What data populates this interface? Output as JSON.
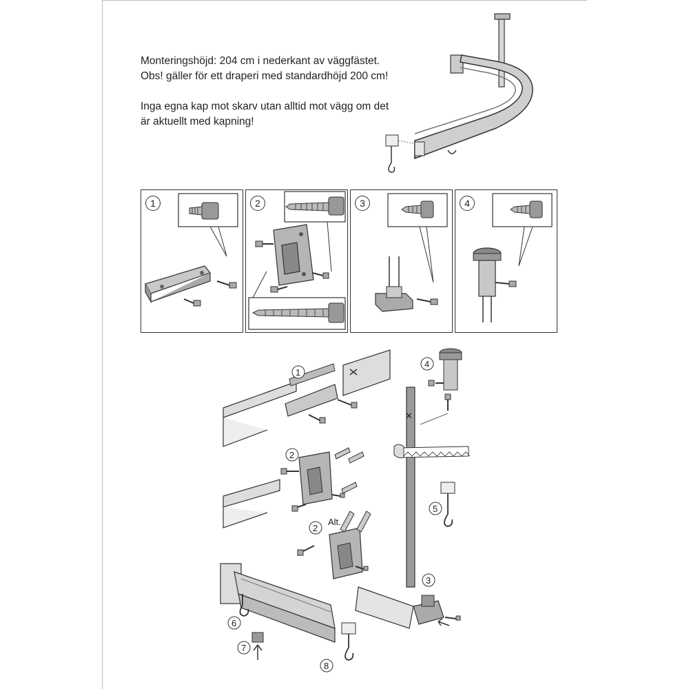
{
  "instructions": {
    "paragraph1": [
      "Monteringshöjd: 204 cm i nederkant av väggfästet.",
      "Obs! gäller för ett draperi med standardhöjd 200 cm!"
    ],
    "paragraph2": [
      "Inga egna kap mot skarv utan alltid mot vägg om det",
      "är aktuellt med kapning!"
    ]
  },
  "steps": [
    {
      "number": "1"
    },
    {
      "number": "2"
    },
    {
      "number": "3"
    },
    {
      "number": "4"
    }
  ],
  "assembly": {
    "callouts": [
      "1",
      "2",
      "2",
      "3",
      "4",
      "5",
      "6",
      "7",
      "8"
    ],
    "alt_label": "Alt.",
    "cut_mark": "✕"
  },
  "colors": {
    "rail": "#d9d9d9",
    "rail_dark": "#8a8a8a",
    "outline": "#333333"
  }
}
